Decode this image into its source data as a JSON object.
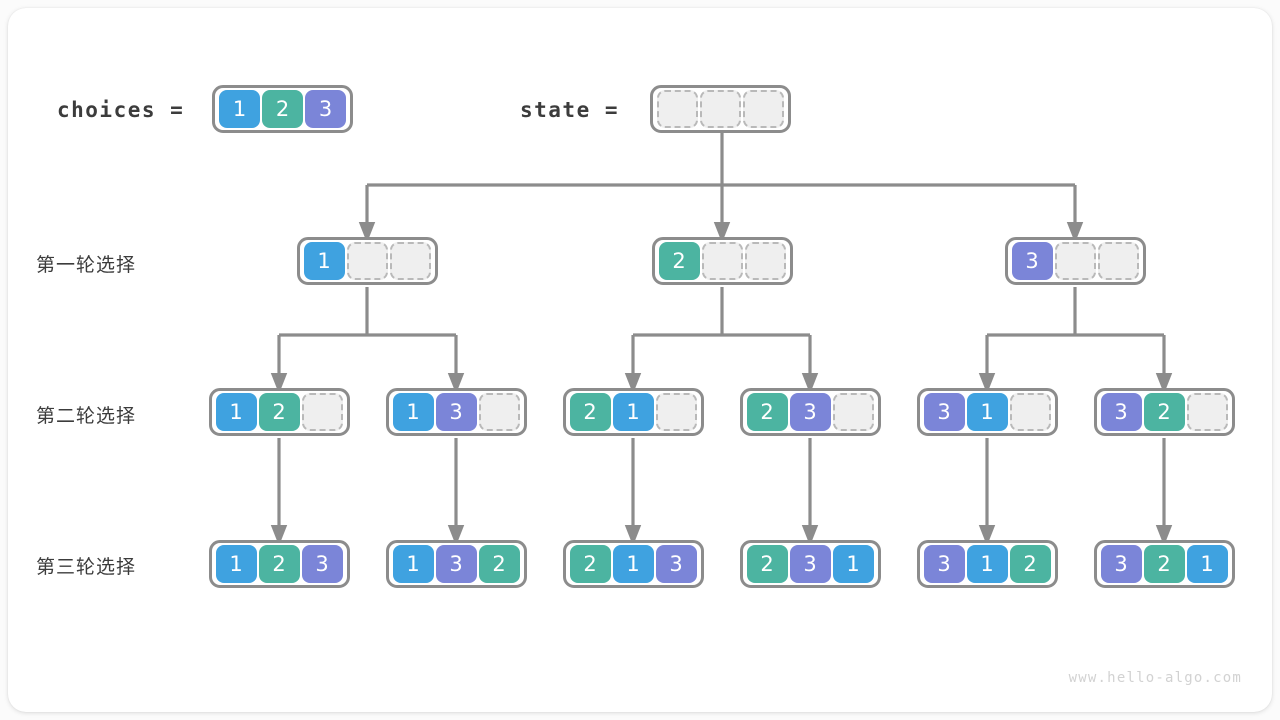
{
  "diagram": {
    "title": "permutations-backtracking-tree",
    "watermark": "www.hello-algo.com",
    "colors": {
      "value1": "#3fa2e0",
      "value2": "#4cb4a1",
      "value3": "#7b85d8",
      "empty_fill": "#efefef",
      "empty_border": "#b9b9b9",
      "box_border": "#8c8c8c",
      "wire": "#8c8c8c",
      "text": "#3c3c3c",
      "card": "#ffffff",
      "background": "#fbfbfb"
    },
    "header": {
      "choices_label": "choices =",
      "choices_values": [
        "1",
        "2",
        "3"
      ],
      "state_label": "state =",
      "state_values": [
        "",
        "",
        ""
      ]
    },
    "rows": [
      {
        "label": "第一轮选择",
        "nodes": [
          {
            "cells": [
              "1",
              "",
              ""
            ]
          },
          {
            "cells": [
              "2",
              "",
              ""
            ]
          },
          {
            "cells": [
              "3",
              "",
              ""
            ]
          }
        ]
      },
      {
        "label": "第二轮选择",
        "nodes": [
          {
            "cells": [
              "1",
              "2",
              ""
            ]
          },
          {
            "cells": [
              "1",
              "3",
              ""
            ]
          },
          {
            "cells": [
              "2",
              "1",
              ""
            ]
          },
          {
            "cells": [
              "2",
              "3",
              ""
            ]
          },
          {
            "cells": [
              "3",
              "1",
              ""
            ]
          },
          {
            "cells": [
              "3",
              "2",
              ""
            ]
          }
        ]
      },
      {
        "label": "第三轮选择",
        "nodes": [
          {
            "cells": [
              "1",
              "2",
              "3"
            ]
          },
          {
            "cells": [
              "1",
              "3",
              "2"
            ]
          },
          {
            "cells": [
              "2",
              "1",
              "3"
            ]
          },
          {
            "cells": [
              "2",
              "3",
              "1"
            ]
          },
          {
            "cells": [
              "3",
              "1",
              "2"
            ]
          },
          {
            "cells": [
              "3",
              "2",
              "1"
            ]
          }
        ]
      }
    ]
  }
}
